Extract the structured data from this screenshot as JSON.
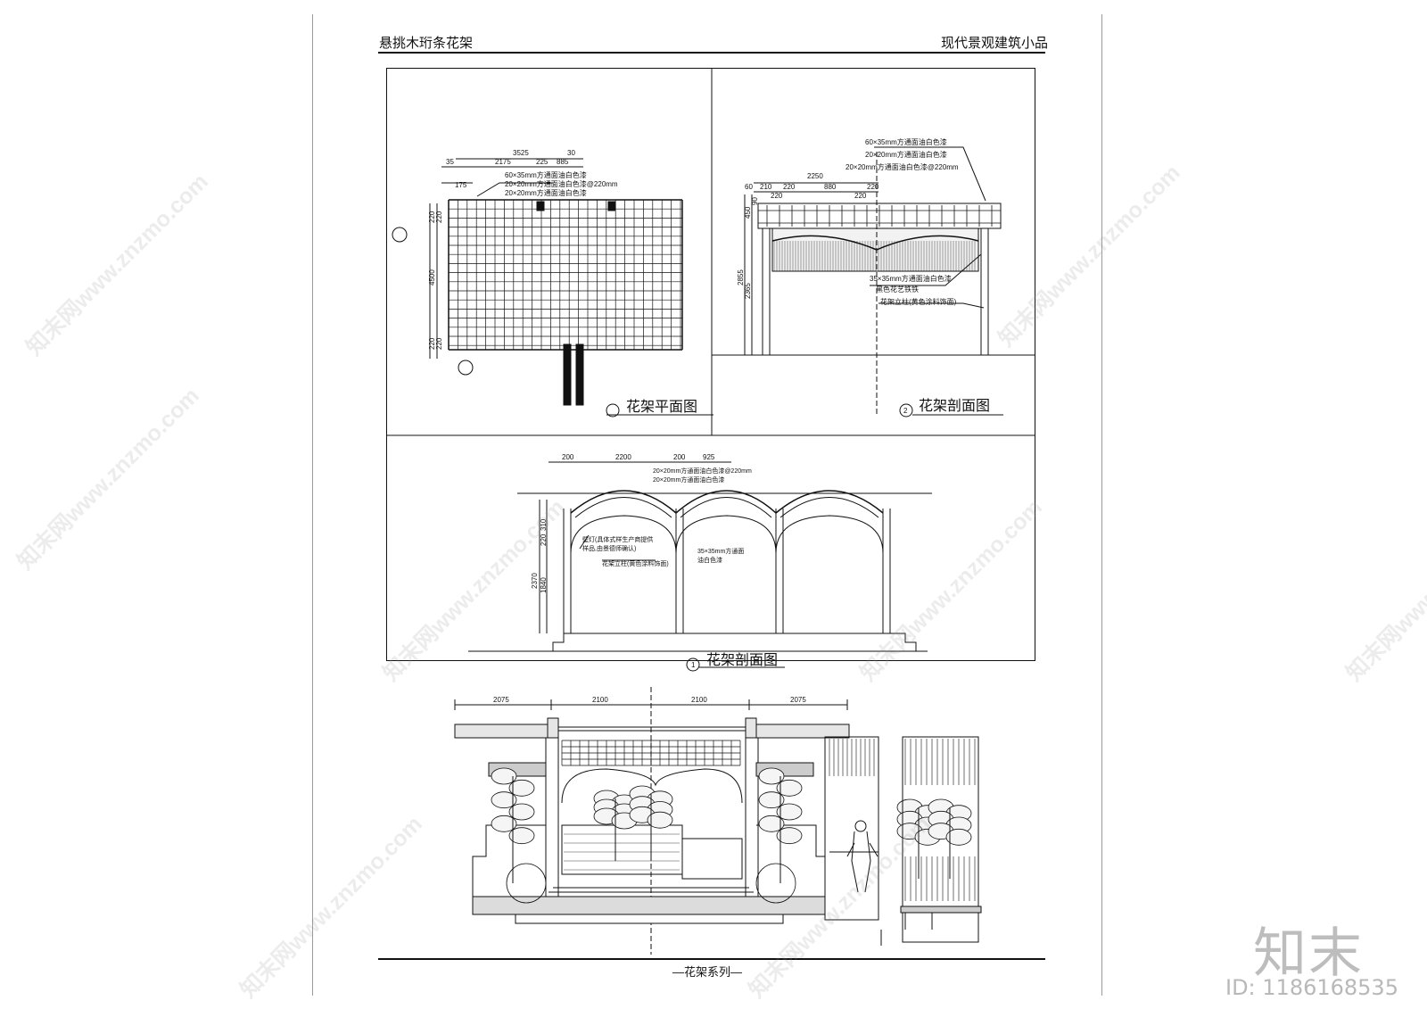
{
  "header": {
    "left_title": "悬挑木珩条花架",
    "right_title": "现代景观建筑小品"
  },
  "footer": {
    "label": "—花架系列—"
  },
  "plan": {
    "title": "花架平面图",
    "dims_top": [
      "3525",
      "30",
      "35",
      "2175",
      "225",
      "885",
      "175"
    ],
    "dims_left": [
      "220",
      "220",
      "4500",
      "220",
      "220"
    ],
    "notes": [
      "60×35mm方通面油白色漆",
      "20×20mm方通面油白色漆@220mm",
      "20×20mm方通面油白色漆"
    ]
  },
  "section_a": {
    "title": "花架剖面图",
    "marker": "2",
    "dims_top": [
      "60",
      "2250",
      "210",
      "220",
      "220",
      "880",
      "220",
      "220"
    ],
    "dims_left": [
      "450",
      "90",
      "2855",
      "2365"
    ],
    "notes_top": [
      "60×35mm方通面油白色漆",
      "20×20mm方通面油白色漆",
      "20×20mm方通面油白色漆@220mm"
    ],
    "notes_mid": [
      "35×35mm方通面油白色漆",
      "黑色花艺铁铁",
      "花架立柱(黄色涂料饰面)"
    ]
  },
  "section_b": {
    "title": "花架剖面图",
    "marker": "1",
    "dims_top": [
      "200",
      "2200",
      "200",
      "925"
    ],
    "dims_left": [
      "310",
      "220",
      "2370",
      "1840"
    ],
    "notes": [
      "20×20mm方通面油白色漆@220mm",
      "20×20mm方通面油白色漆",
      "壁灯(具体式样生产商提供",
      "样品,由景德师确认)",
      "35×35mm方通面",
      "油白色漆",
      "花架立柱(黄色涂料饰面)"
    ]
  },
  "elevation": {
    "dims": [
      "2075",
      "2100",
      "2100",
      "2075"
    ]
  },
  "watermark": {
    "brand": "知末",
    "id": "ID: 1186168535",
    "text": "知末网www.znzmo.com"
  }
}
